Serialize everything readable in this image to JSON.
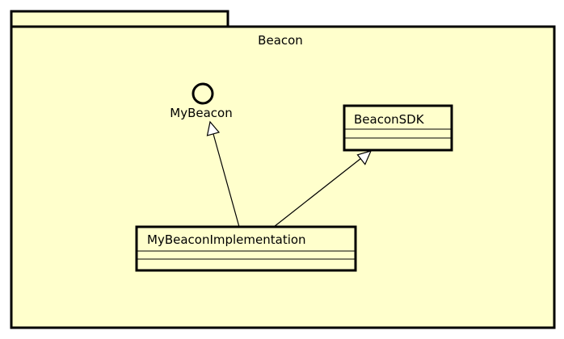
{
  "package": {
    "name": "Beacon"
  },
  "interface": {
    "name": "MyBeacon"
  },
  "classes": {
    "sdk": {
      "name": "BeaconSDK"
    },
    "impl": {
      "name": "MyBeaconImplementation"
    }
  },
  "relations": [
    {
      "kind": "realization",
      "from": "MyBeaconImplementation",
      "to": "MyBeacon"
    },
    {
      "kind": "generalization",
      "from": "MyBeaconImplementation",
      "to": "BeaconSDK"
    }
  ],
  "colors": {
    "fill": "#ffffcc",
    "stroke": "#000000"
  }
}
